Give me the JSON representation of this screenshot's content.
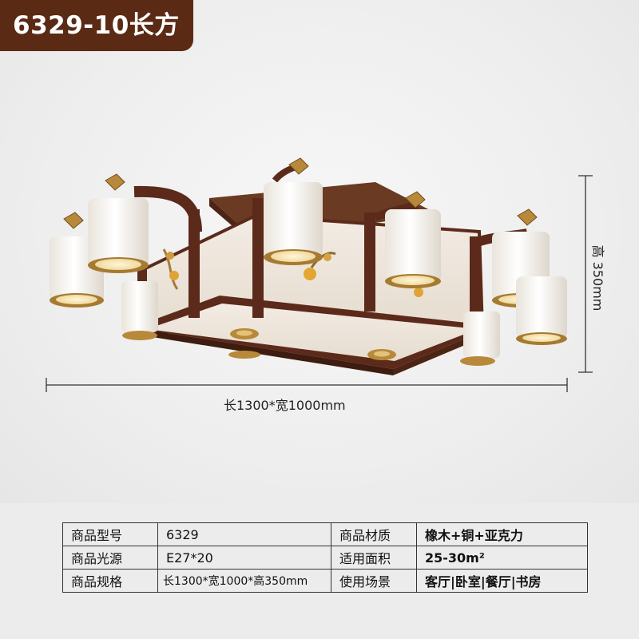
{
  "badge": {
    "text": "6329-10长方"
  },
  "dimensions": {
    "width_label": "长1300*宽1000mm",
    "height_label": "高 350mm"
  },
  "colors": {
    "badge_bg": "#5a2a14",
    "wood": "#5b2a1a",
    "brass": "#b8893a"
  },
  "spec_table": {
    "rows": [
      {
        "label1": "商品型号",
        "value1": "6329",
        "label2": "商品材质",
        "value2": "橡木+铜+亚克力"
      },
      {
        "label1": "商品光源",
        "value1": "E27*20",
        "label2": "适用面积",
        "value2": "25-30m²"
      },
      {
        "label1": "商品规格",
        "value1": "长1300*宽1000*高350mm",
        "label2": "使用场景",
        "value2": "客厅|卧室|餐厅|书房"
      }
    ]
  }
}
